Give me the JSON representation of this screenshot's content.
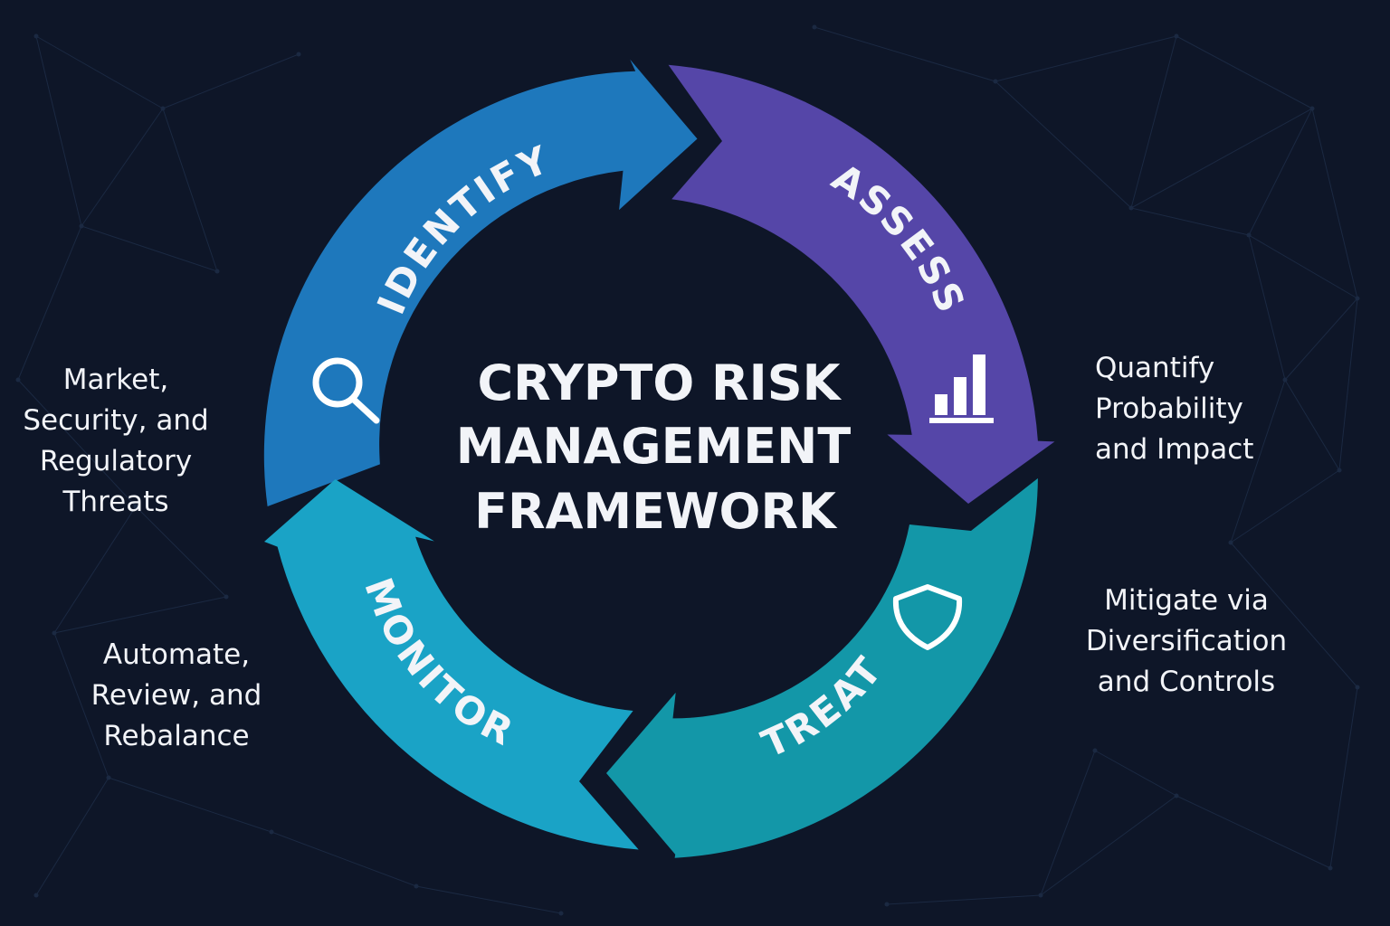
{
  "title_lines": [
    "CRYPTO RISK",
    "MANAGEMENT",
    "FRAMEWORK"
  ],
  "stages": [
    {
      "label": "IDENTIFY",
      "color": "#1e78bc",
      "icon": "magnifier-icon",
      "note_lines": [
        "Market,",
        "Security, and",
        "Regulatory",
        "Threats"
      ]
    },
    {
      "label": "ASSESS",
      "color": "#5546a8",
      "icon": "bar-chart-icon",
      "note_lines": [
        "Quantify",
        "Probability",
        "and Impact"
      ]
    },
    {
      "label": "TREAT",
      "color": "#1397a8",
      "icon": "shield-icon",
      "note_lines": [
        "Mitigate via",
        "Diversification",
        "and Controls"
      ]
    },
    {
      "label": "MONITOR",
      "color": "#1aa3c6",
      "icon": "",
      "note_lines": [
        "Automate,",
        "Review, and",
        "Rebalance"
      ]
    }
  ],
  "colors": {
    "background": "#0e1628",
    "text": "#f2f4f8",
    "network_lines": "#1b2942"
  }
}
